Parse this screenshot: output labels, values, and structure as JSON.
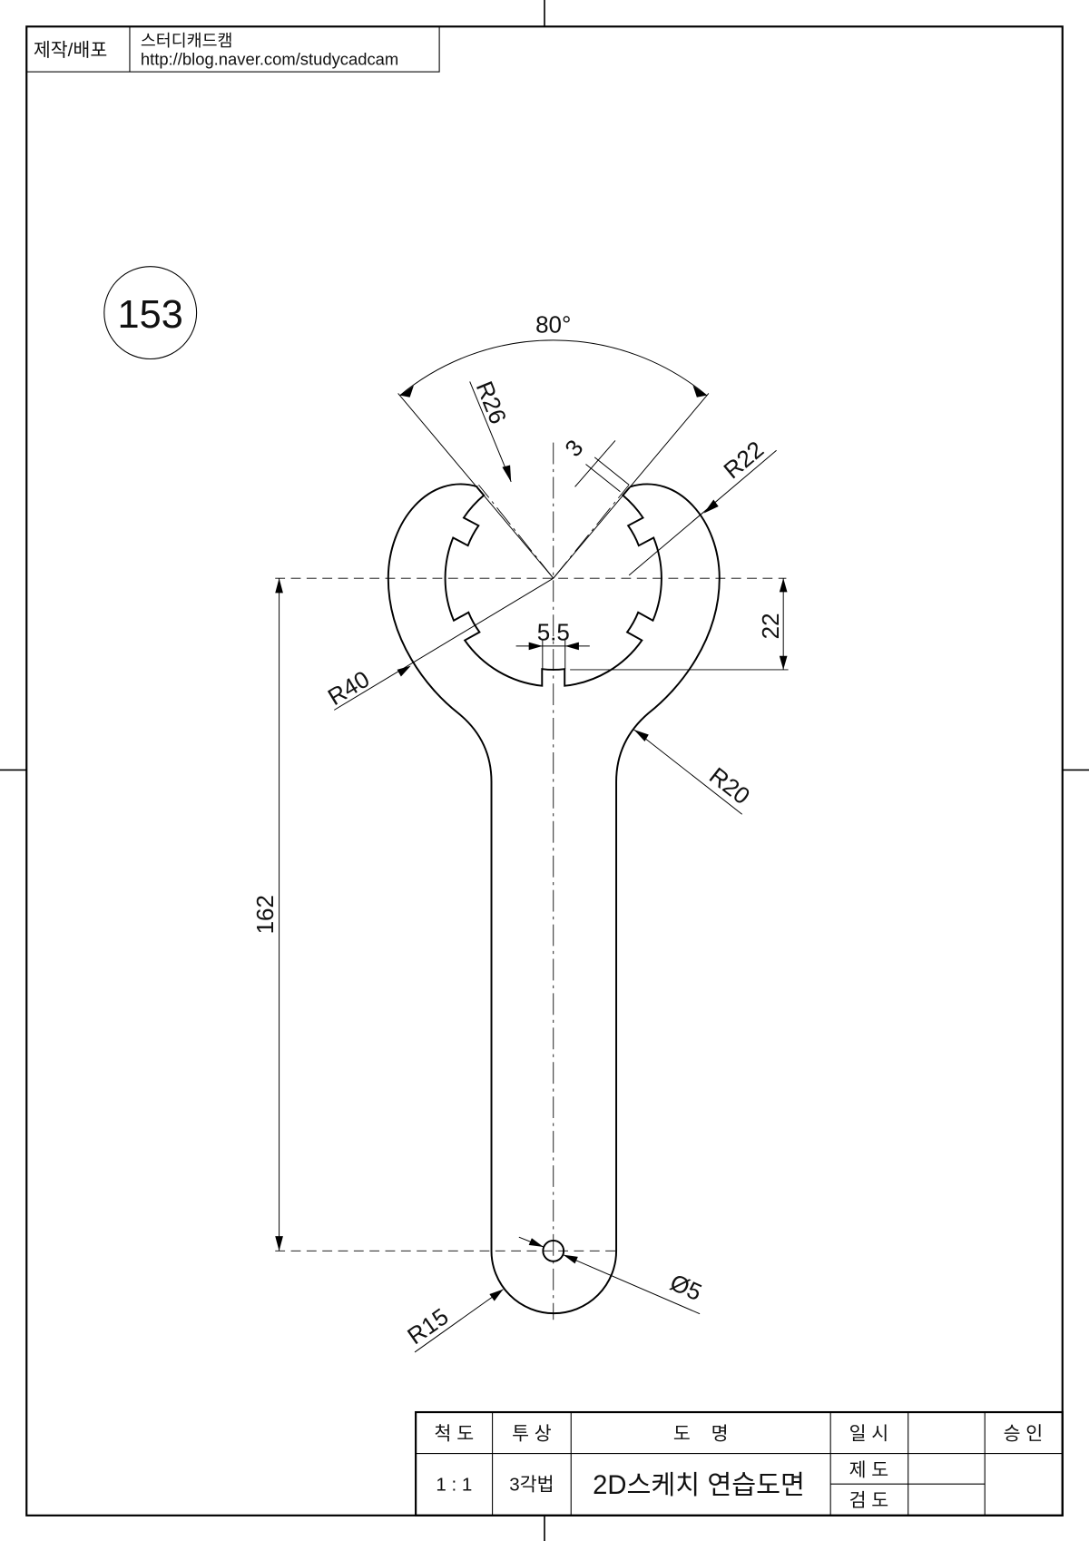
{
  "header": {
    "label": "제작/배포",
    "author": "스터디캐드캠",
    "url": "http://blog.naver.com/studycadcam"
  },
  "drawing_number": "153",
  "dimensions": {
    "angle": "80°",
    "r26": "R26",
    "slot": "3",
    "r22": "R22",
    "d22": "22",
    "tab_width": "5.5",
    "r40": "R40",
    "r20": "R20",
    "length": "162",
    "r15": "R15",
    "hole": "Ø5"
  },
  "title_block": {
    "scale_label": "척 도",
    "projection_label": "투 상",
    "name_label": "도    명",
    "date_label": "일 시",
    "approval_label": "승 인",
    "scale_value": "1 : 1",
    "projection_value": "3각법",
    "name_value": "2D스케치 연습도면",
    "drawn_label": "제 도",
    "checked_label": "검 도"
  }
}
